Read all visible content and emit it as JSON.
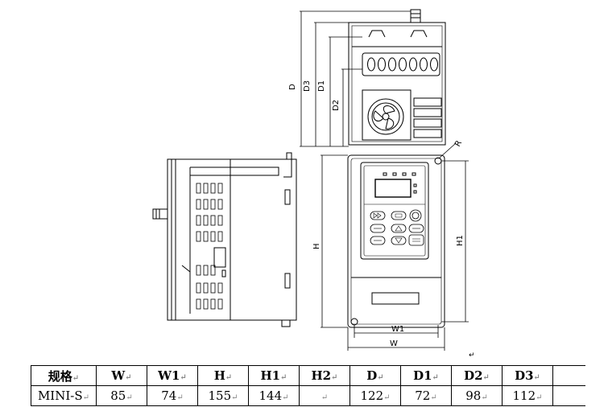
{
  "dims": {
    "D": "D",
    "D3": "D3",
    "D1": "D1",
    "D2": "D2",
    "H": "H",
    "H1": "H1",
    "W": "W",
    "W1": "W1",
    "R": "R"
  },
  "paragraph_mark": "↵",
  "table": {
    "headers": [
      "规格",
      "W",
      "W1",
      "H",
      "H1",
      "H2",
      "D",
      "D1",
      "D2",
      "D3"
    ],
    "rows": [
      [
        "MINI-S",
        "85",
        "74",
        "155",
        "144",
        "",
        "122",
        "72",
        "98",
        "112"
      ]
    ]
  }
}
